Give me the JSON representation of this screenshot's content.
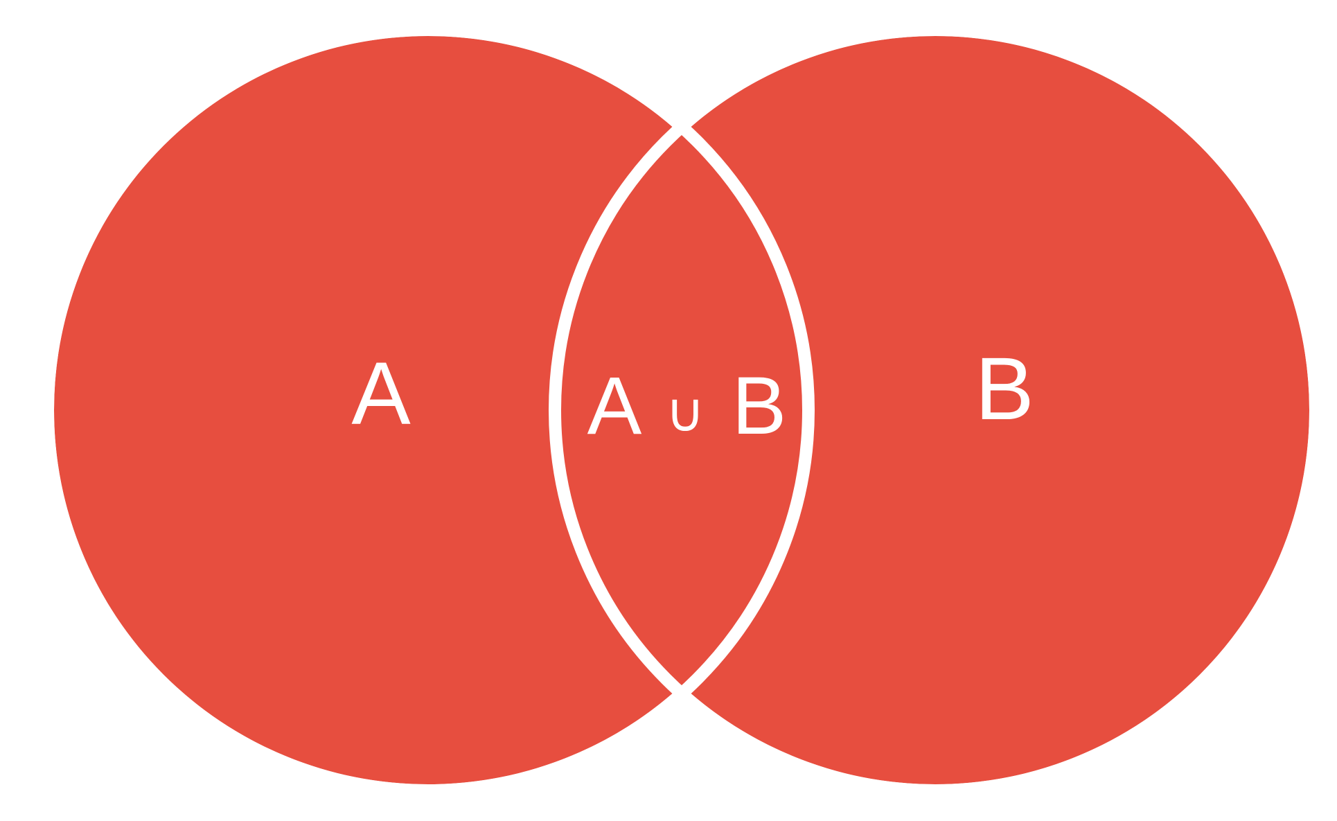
{
  "colors": {
    "fill": "#E74E3F",
    "outline": "#FFFFFF",
    "label": "#FFFFFF",
    "background": "#FFFFFF"
  },
  "labels": {
    "set_a": "A",
    "intersection": {
      "left": "A",
      "operator": "∪",
      "right": "B"
    },
    "set_b": "B"
  }
}
